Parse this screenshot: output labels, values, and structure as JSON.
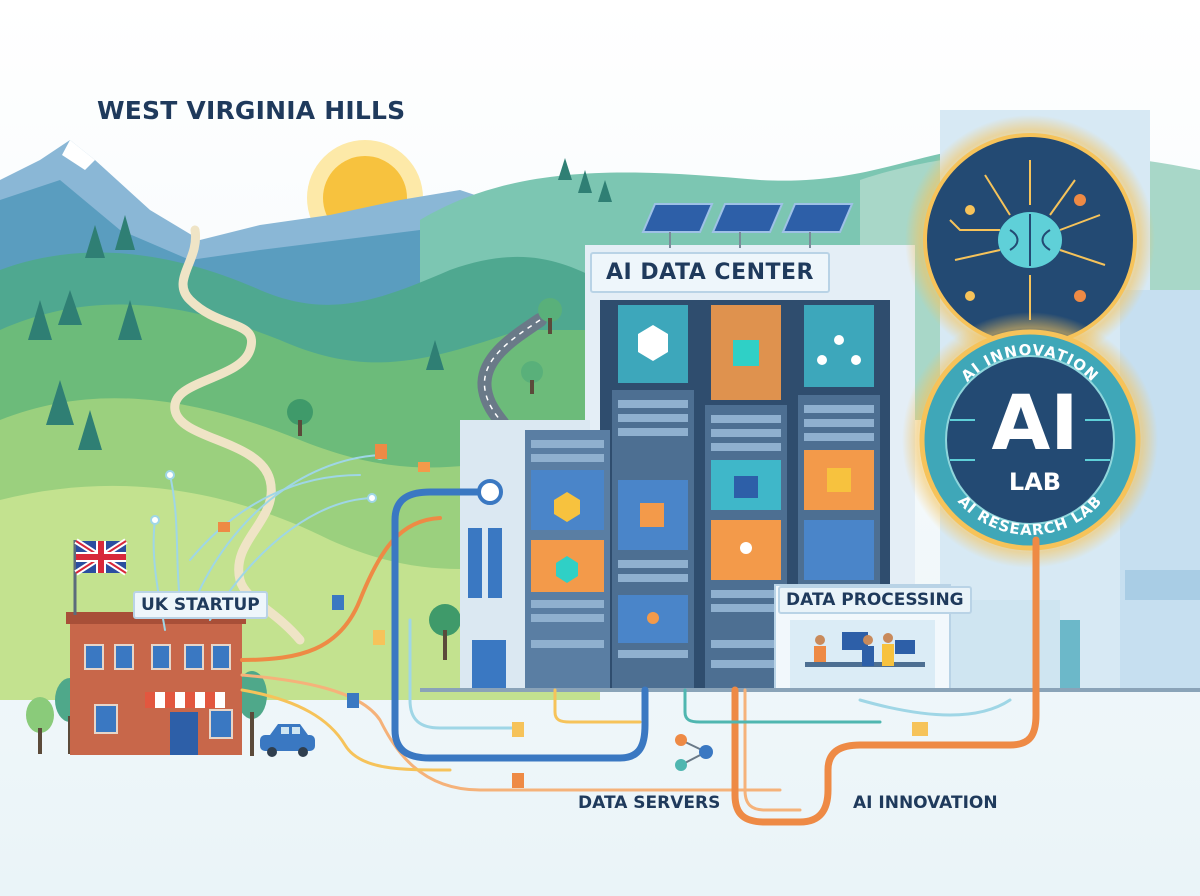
{
  "labels": {
    "region_title": "WEST VIRGINIA HILLS",
    "startup_sign": "UK STARTUP",
    "datacenter_sign": "AI DATA CENTER",
    "processing_sign": "DATA PROCESSING",
    "data_servers": "DATA SERVERS",
    "ai_innovation": "AI INNOVATION"
  },
  "lab_badge": {
    "main": "AI",
    "sub": "LAB",
    "ring_top": "AI INNOVATION",
    "ring_bottom": "AI RESEARCH LAB"
  },
  "colors": {
    "navy": "#1f3a5c",
    "blue_flow": "#3a78c2",
    "orange_flow": "#ee8a45",
    "teal_flow": "#4fb6b0",
    "glow": "#f6c35a",
    "hill_green": "#6dbb7a",
    "brick": "#c8674a"
  }
}
